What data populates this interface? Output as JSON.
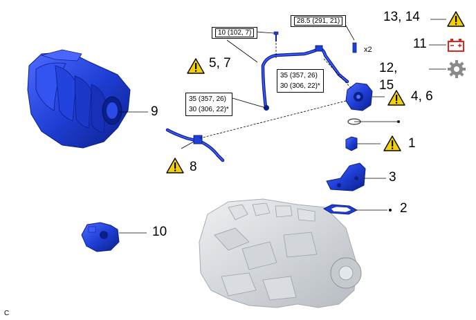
{
  "torque_specs": {
    "bolt_10": "10 (102, 7)",
    "bolt_28": "28.5 (291, 21)",
    "pipe_upper_1": "35 (357, 26)",
    "pipe_upper_2": "30 (306, 22)*",
    "pipe_lower_1": "35 (357, 26)",
    "pipe_lower_2": "30 (306, 22)*"
  },
  "quantity_label": "x2",
  "part_labels": {
    "p13_14": "13, 14",
    "p11": "11",
    "p12": "12,",
    "p15": "15",
    "p5_7": "5, 7",
    "p4_6": "4, 6",
    "p9": "9",
    "p1": "1",
    "p8": "8",
    "p3": "3",
    "p2": "2",
    "p10": "10"
  },
  "corner_label": "C",
  "colors": {
    "part_blue": "#1f3fd6",
    "part_dark": "#0b1f8a",
    "engine_gray": "#c8ccd0",
    "warning_yellow": "#f5d000",
    "battery_red": "#e0241b",
    "gear_gray": "#8a8a8a"
  },
  "icons": [
    "warning-icon",
    "battery-icon",
    "gear-icon"
  ]
}
